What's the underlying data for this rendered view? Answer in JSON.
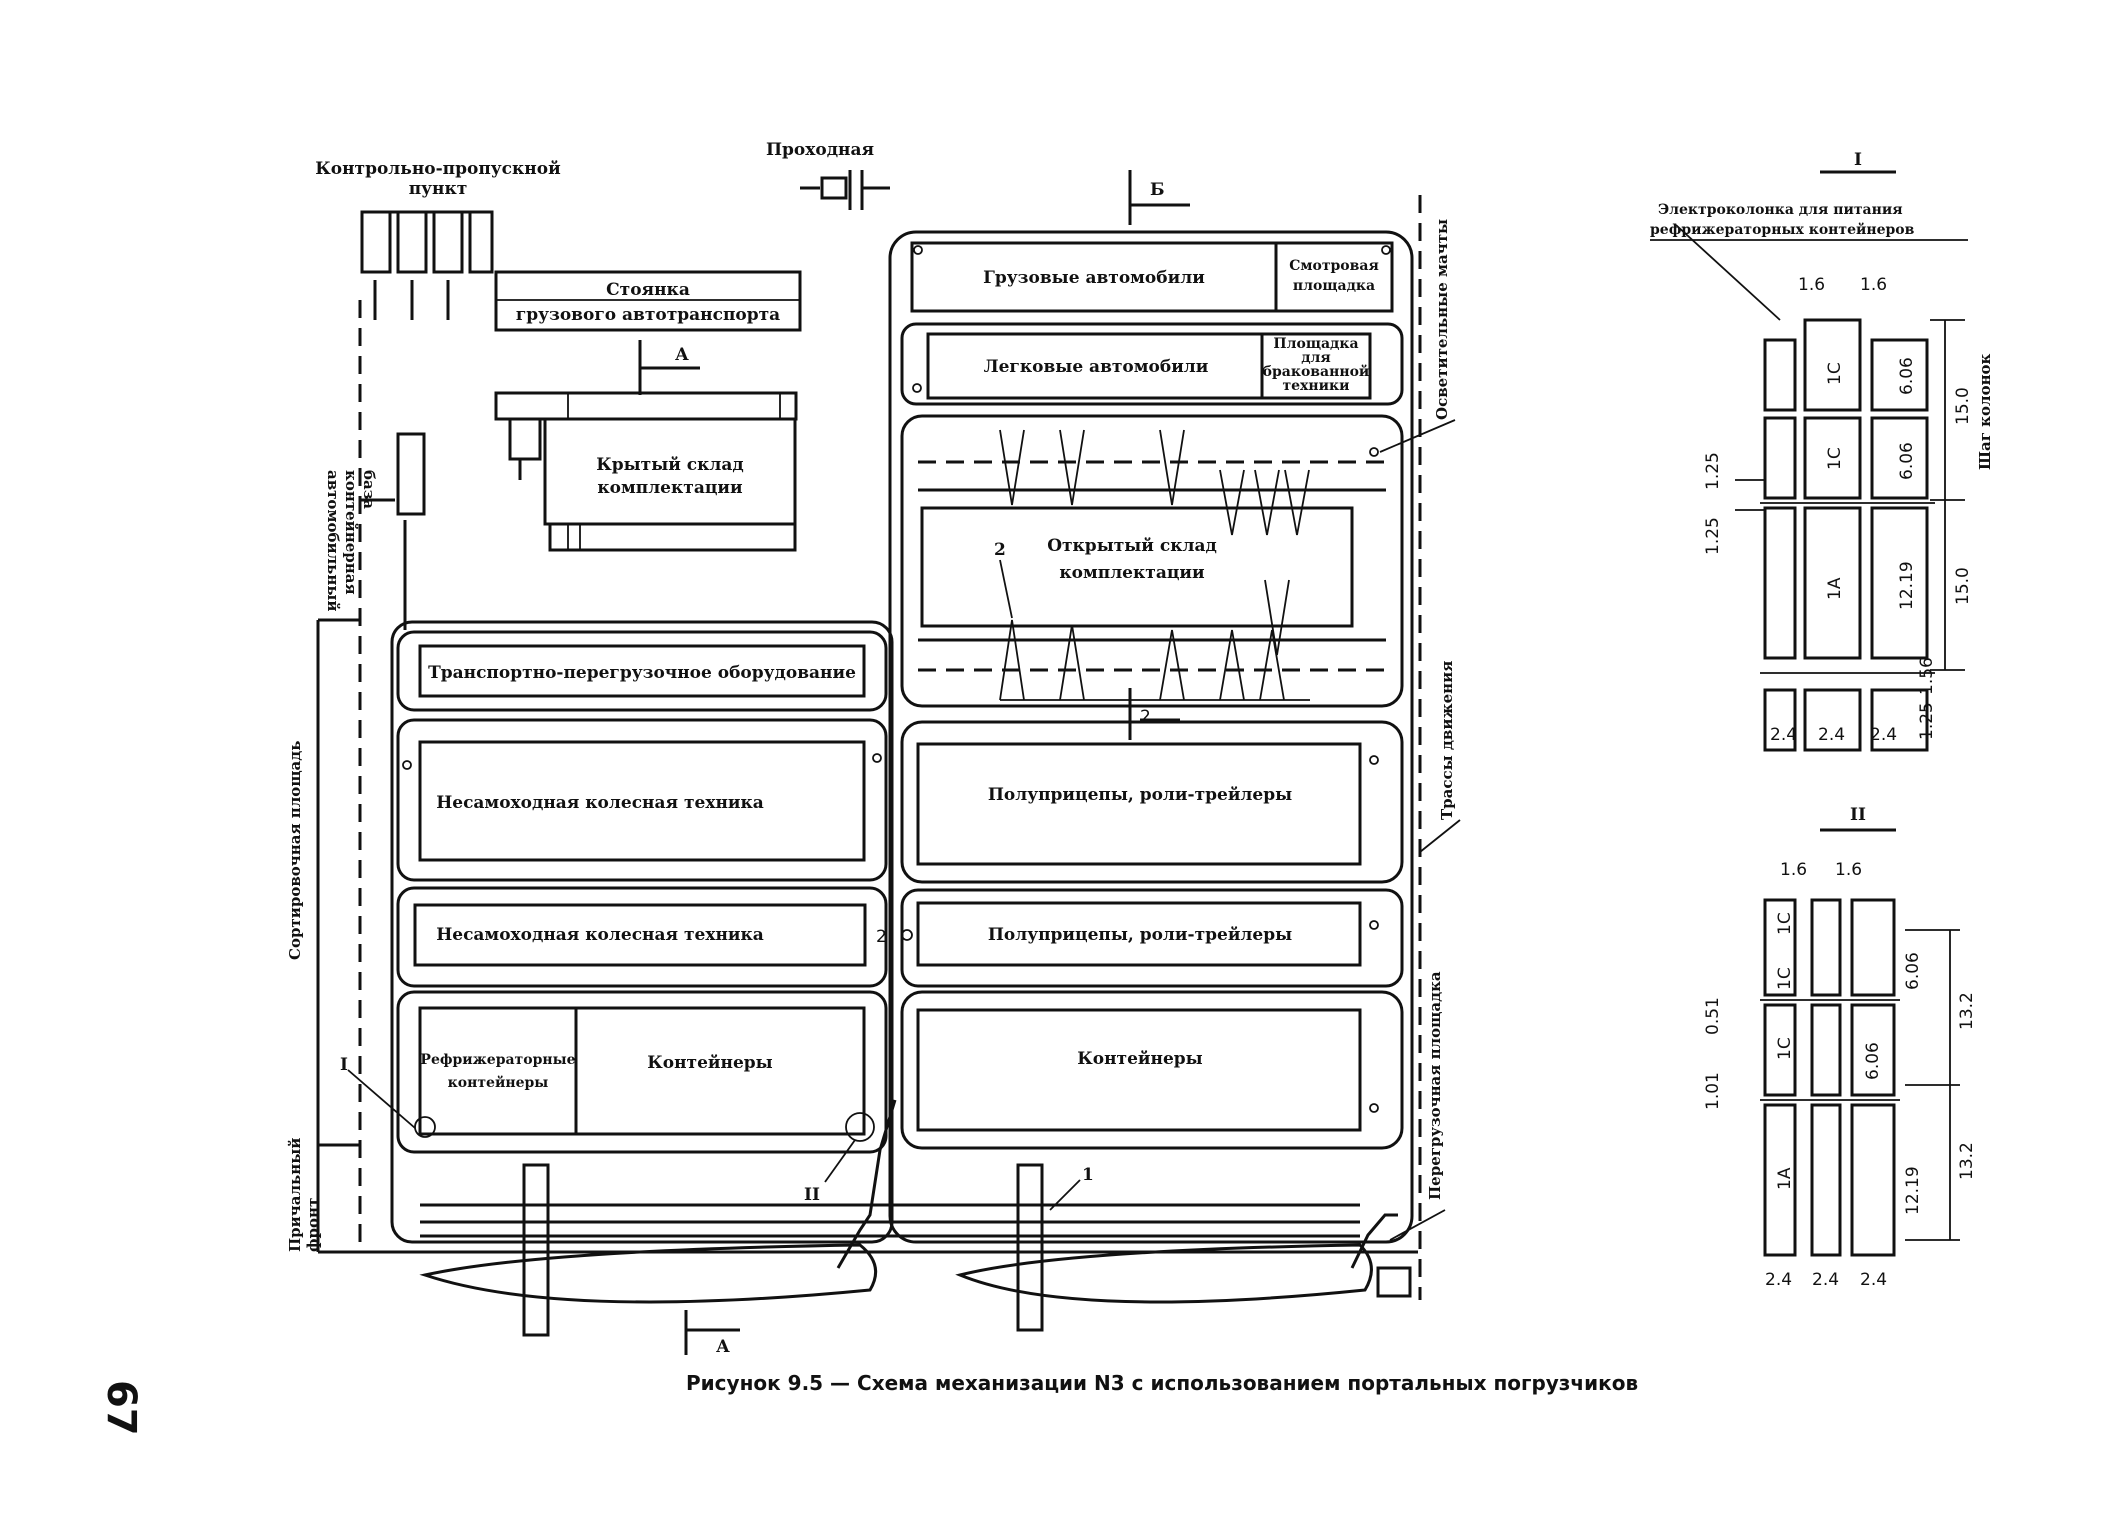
{
  "page_number": "67",
  "caption": "Рисунок  9.5 — Схема механизации N3 с использованием портальных погрузчиков",
  "labels": {
    "checkpoint_line1": "Контрольно-пропускной",
    "checkpoint_line2": "пункт",
    "passage": "Проходная",
    "parking_line1": "Стоянка",
    "parking_line2": "грузового автотранспорта",
    "covered_line1": "Крытый склад",
    "covered_line2": "комплектации",
    "trucks": "Грузовые автомобили",
    "inspection_line1": "Смотровая",
    "inspection_line2": "площадка",
    "cars": "Легковые автомобили",
    "reject_line1": "Площадка",
    "reject_line2": "для",
    "reject_line3": "бракованной",
    "reject_line4": "техники",
    "open_line1": "Открытый склад",
    "open_line2": "комплектации",
    "transship": "Транспортно-перегрузочное оборудование",
    "wheeled1": "Несамоходная колесная техника",
    "wheeled2": "Несамоходная колесная техника",
    "semi1": "Полуприцепы, роли-трейлеры",
    "semi2": "Полуприцепы, роли-трейлеры",
    "reefer_line1": "Рефрижераторные",
    "reefer_line2": "контейнеры",
    "containers1": "Контейнеры",
    "containers2": "Контейнеры",
    "auto_ramp_line1": "автомобильный",
    "auto_ramp_line2": "контейнерная",
    "auto_ramp_line3": "база",
    "sorting_area": "Сортировочная площадь",
    "berth_line1": "Причальный",
    "berth_line2": "фронт",
    "lighting": "Осветительные мачты",
    "traffic": "Трассы движения",
    "transfer_area": "Перегрузочная площадка",
    "mark_A": "А",
    "mark_B": "Б",
    "mark_A2": "А",
    "mark_I": "I",
    "mark_II": "II",
    "mark_1": "1",
    "mark_2": "2",
    "mark_2b": "2"
  },
  "detail_I": {
    "title": "I",
    "note_line1": "Электроколонка для питания",
    "note_line2": "рефрижераторных контейнеров",
    "dims_top": [
      "1.6",
      "1.6"
    ],
    "containers": [
      "1C",
      "1C",
      "1A"
    ],
    "dims_side": [
      "6.06",
      "6.06",
      "12.19"
    ],
    "dims_outer": [
      "15.0",
      "15.0"
    ],
    "column_step": "Шаг колонок",
    "gaps_left": [
      "1.25",
      "1.25"
    ],
    "dims_low": [
      "1.56",
      "1.25"
    ],
    "bottom": [
      "2.4",
      "2.4",
      "2.4"
    ]
  },
  "detail_II": {
    "title": "II",
    "dims_top": [
      "1.6",
      "1.6"
    ],
    "containers": [
      "1C",
      "1C",
      "1C",
      "1A"
    ],
    "dims_side": [
      "6.06",
      "6.06",
      "12.19"
    ],
    "dims_outer": [
      "13.2",
      "13.2"
    ],
    "gaps_left": [
      "0.51",
      "1.01"
    ],
    "bottom": [
      "2.4",
      "2.4",
      "2.4"
    ]
  }
}
